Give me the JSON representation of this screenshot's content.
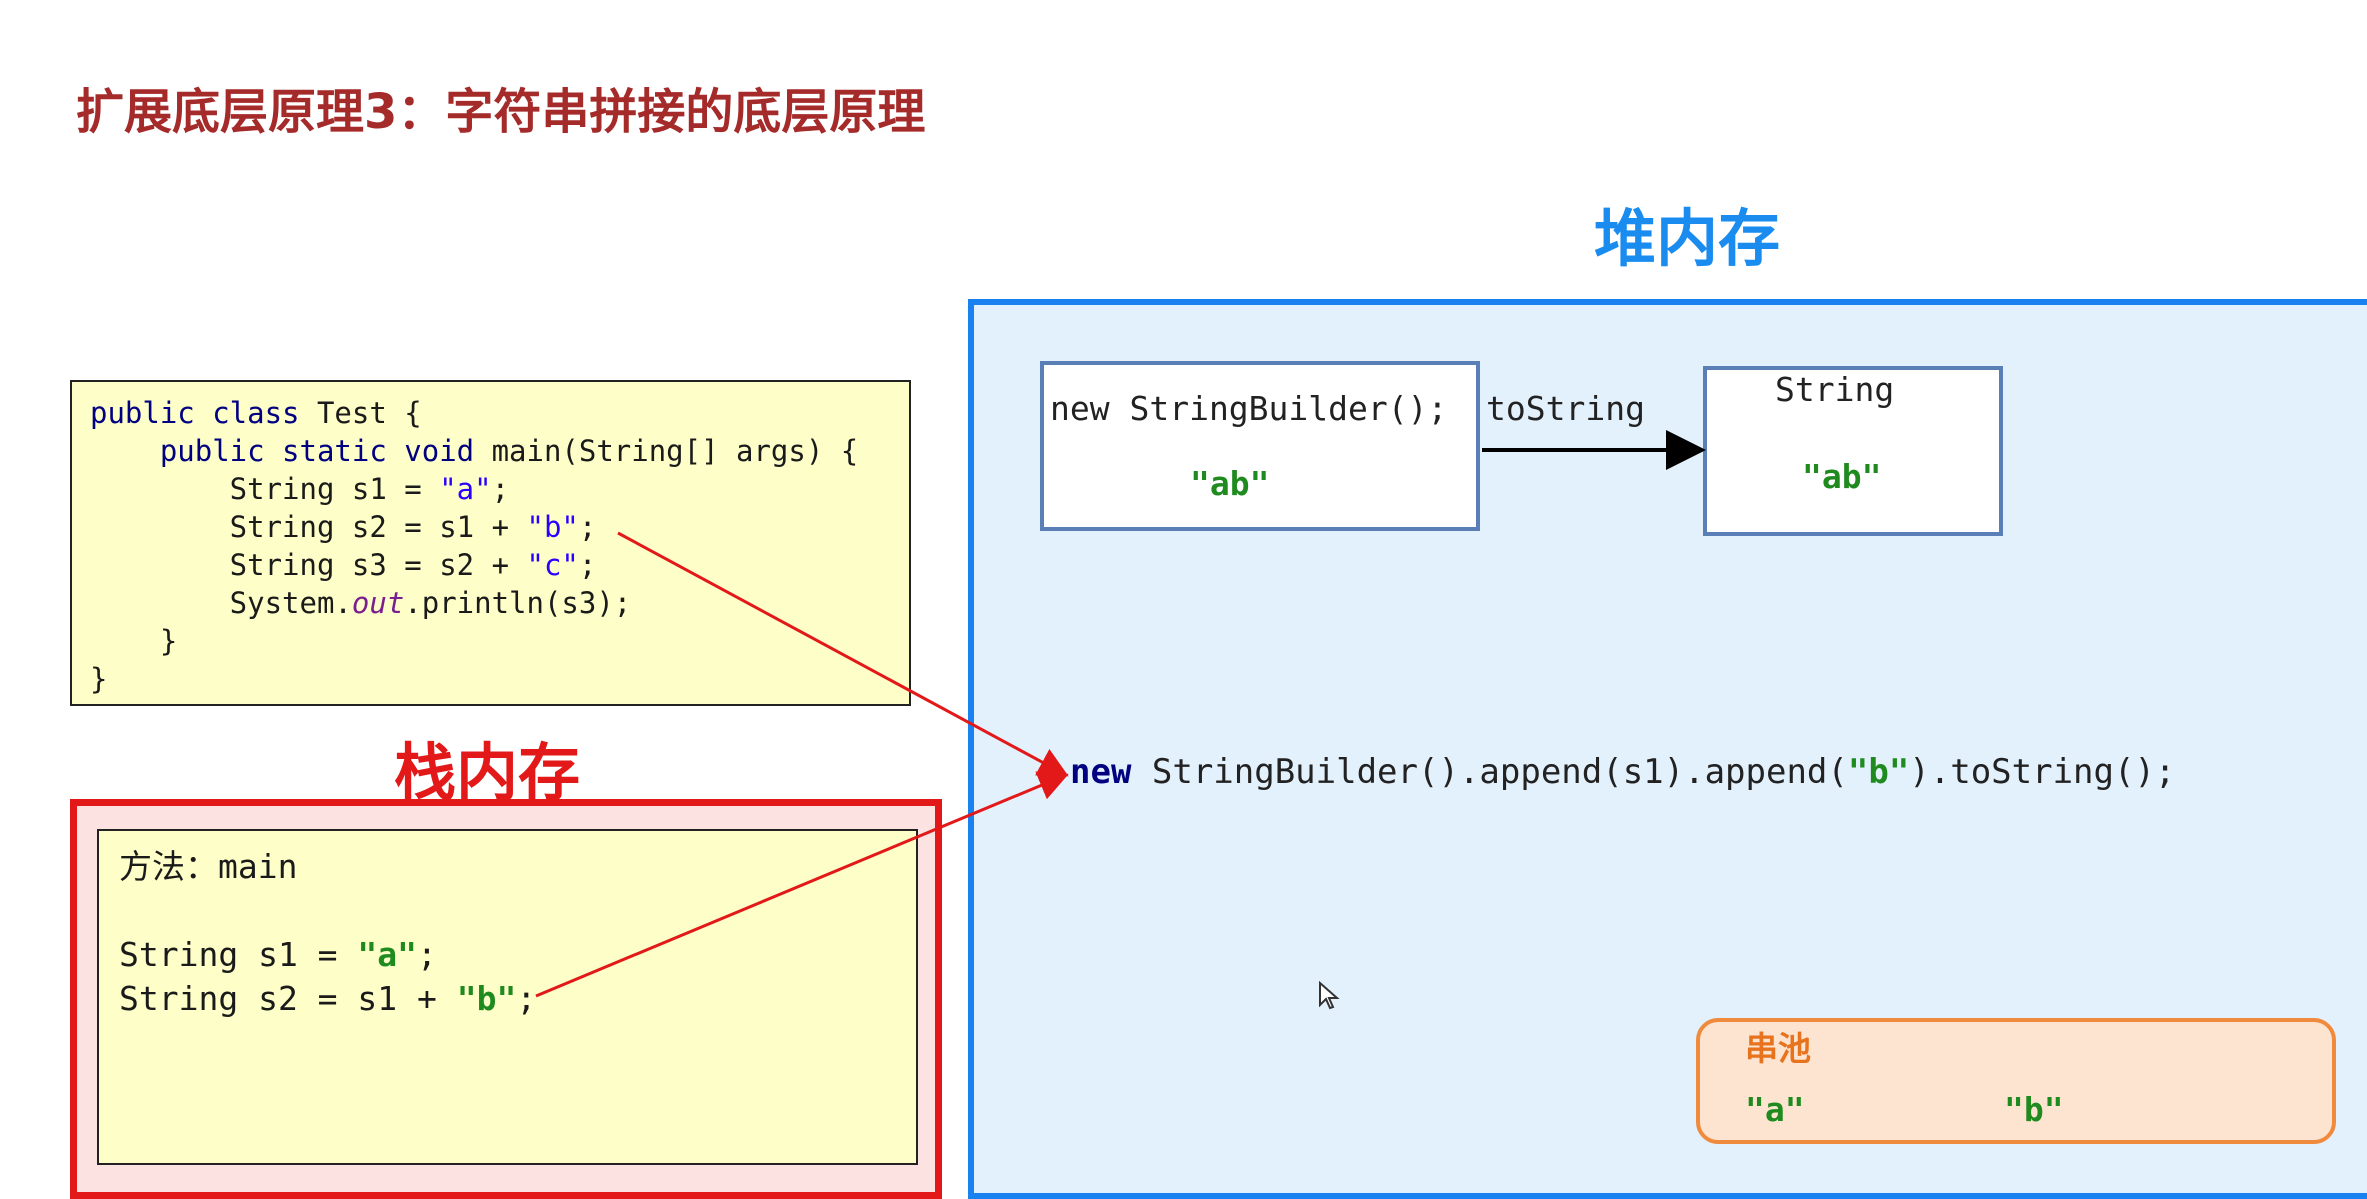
{
  "title": "扩展底层原理3：字符串拼接的底层原理",
  "heap": {
    "label": "堆内存",
    "sb_box": {
      "code": "new StringBuilder();",
      "value": "\"ab\""
    },
    "tostring_label": "toString",
    "string_box": {
      "type": "String",
      "value": "\"ab\""
    },
    "expression": {
      "kw": "new",
      "p1": " StringBuilder().append(s1).append(",
      "str": "\"b\"",
      "p2": ").toString();"
    },
    "pool": {
      "label": "串池",
      "a": "\"a\"",
      "b": "\"b\""
    }
  },
  "code": {
    "line1_kw": "public class",
    "line1_rest": " Test {",
    "line2_kw": "    public static void",
    "line2_rest": " main(String[] args) {",
    "line3_pre": "        String s1 = ",
    "line3_str": "\"a\"",
    "line3_post": ";",
    "line4_pre": "        String s2 = s1 + ",
    "line4_str": "\"b\"",
    "line4_post": ";",
    "line5_pre": "        String s3 = s2 + ",
    "line5_str": "\"c\"",
    "line5_post": ";",
    "line6_pre": "        System.",
    "line6_it": "out",
    "line6_post": ".println(s3);",
    "line7": "    }",
    "line8": "}"
  },
  "stack": {
    "label": "栈内存",
    "method": "方法：main",
    "s1_pre": "String s1 = ",
    "s1_str": "\"a\"",
    "s1_post": ";",
    "s2_pre": "String s2 = s1 + ",
    "s2_str": "\"b\"",
    "s2_post": ";"
  },
  "colors": {
    "title": "#a52a2a",
    "heap_border": "#1a82f0",
    "stack_border": "#e31818",
    "pool_border": "#f08a3c",
    "arrow": "#e31818"
  }
}
